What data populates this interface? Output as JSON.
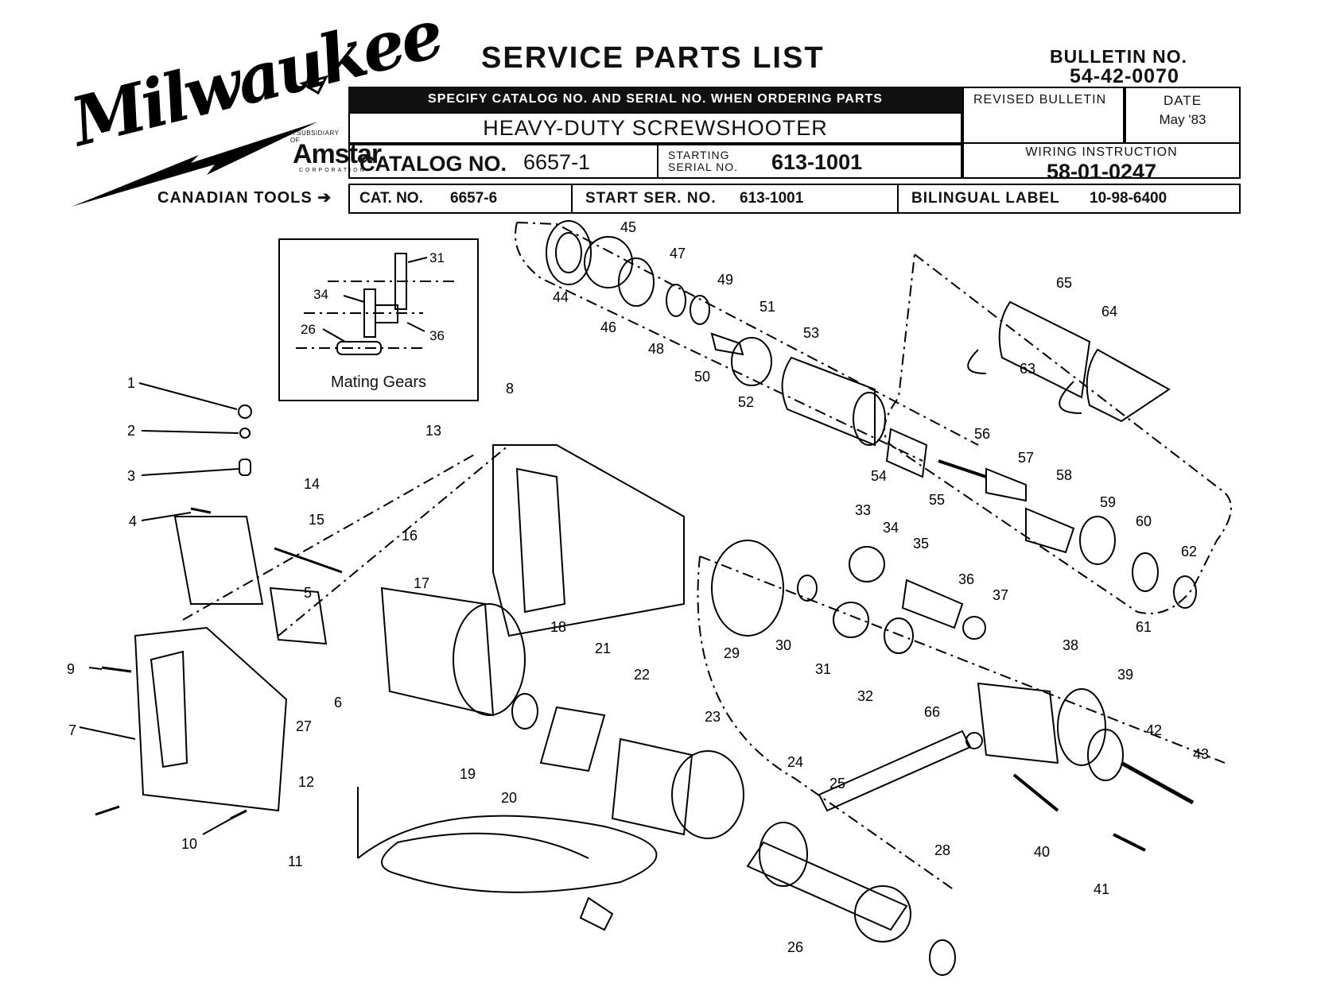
{
  "header": {
    "title": "SERVICE PARTS LIST",
    "bulletin_label": "BULLETIN NO.",
    "bulletin_no": "54-42-0070",
    "specify_notice": "SPECIFY CATALOG NO. AND SERIAL NO. WHEN ORDERING PARTS",
    "product_name": "HEAVY-DUTY SCREWSHOOTER",
    "catalog_label": "CATALOG NO.",
    "catalog_no": "6657-1",
    "starting_label_1": "STARTING",
    "starting_label_2": "SERIAL NO.",
    "starting_serial": "613-1001",
    "revised_label": "REVISED BULLETIN",
    "date_label": "DATE",
    "date_value": "May '83",
    "wiring_label": "WIRING INSTRUCTION",
    "wiring_no": "58-01-0247"
  },
  "logo": {
    "brand": "Milwaukee",
    "subsidiary": "A SUBSIDIARY OF",
    "parent": "Amstar",
    "corporation": "CORPORATION"
  },
  "canadian": {
    "label": "CANADIAN TOOLS",
    "cat_label": "CAT. NO.",
    "cat_no": "6657-6",
    "start_label": "START SER. NO.",
    "start_no": "613-1001",
    "bilingual_label": "BILINGUAL LABEL",
    "bilingual_no": "10-98-6400"
  },
  "inset": {
    "caption": "Mating Gears",
    "labels": [
      "31",
      "34",
      "26",
      "36"
    ]
  },
  "parts": [
    "1",
    "2",
    "3",
    "4",
    "5",
    "6",
    "7",
    "8",
    "9",
    "10",
    "11",
    "12",
    "13",
    "14",
    "15",
    "16",
    "17",
    "18",
    "19",
    "20",
    "21",
    "22",
    "23",
    "24",
    "25",
    "26",
    "27",
    "28",
    "29",
    "30",
    "31",
    "32",
    "33",
    "34",
    "35",
    "36",
    "37",
    "38",
    "39",
    "40",
    "41",
    "42",
    "43",
    "44",
    "45",
    "46",
    "47",
    "48",
    "49",
    "50",
    "51",
    "52",
    "53",
    "54",
    "55",
    "56",
    "57",
    "58",
    "59",
    "60",
    "61",
    "62",
    "63",
    "64",
    "65",
    "66"
  ]
}
